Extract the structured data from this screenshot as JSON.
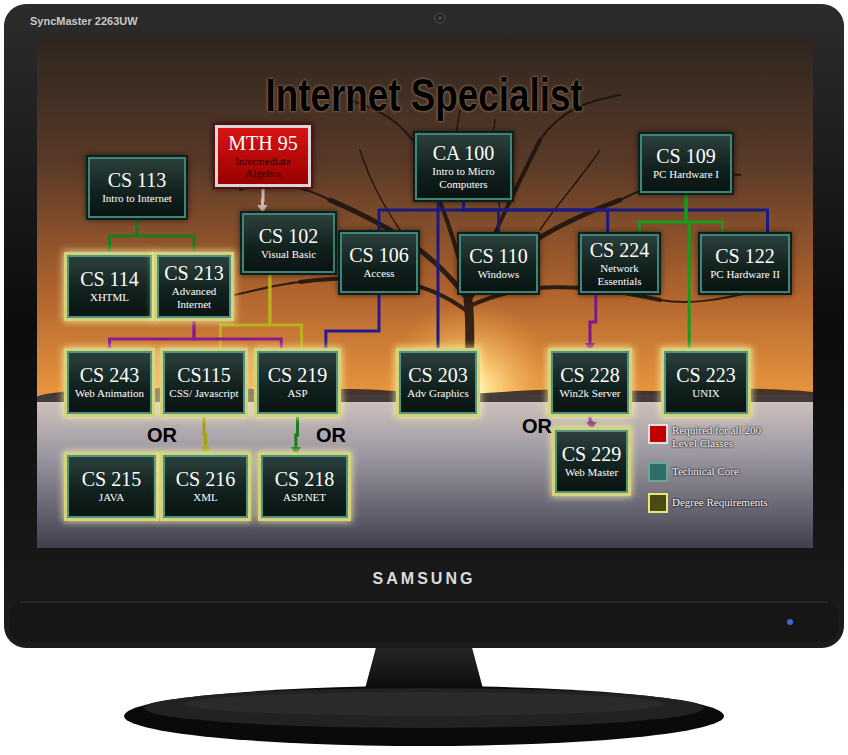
{
  "diagram": {
    "title": "Internet Specialist",
    "nodes": [
      {
        "text": [
          "CS 113",
          "Intro to Internet"
        ]
      },
      {
        "text": [
          "MTH 95",
          "Intermediate Algebra"
        ]
      },
      {
        "text": [
          "CA 100",
          "Intro to Micro Computers"
        ]
      },
      {
        "text": [
          "CS 109",
          "PC Hardware I"
        ]
      },
      {
        "text": [
          "CS 102",
          "Visual Basic"
        ]
      },
      {
        "text": [
          "CS 114",
          "XHTML"
        ]
      },
      {
        "text": [
          "CS 213",
          "Advanced Internet"
        ]
      },
      {
        "text": [
          "CS 106",
          "Access"
        ]
      },
      {
        "text": [
          "CS 110",
          "Windows"
        ]
      },
      {
        "text": [
          "CS 224",
          "Network Essentials"
        ]
      },
      {
        "text": [
          "CS 122",
          "PC Hardware II"
        ]
      },
      {
        "text": [
          "CS 243",
          "Web Animation"
        ]
      },
      {
        "text": [
          "CS115",
          "CSS/ Javascript"
        ]
      },
      {
        "text": [
          "CS 219",
          "ASP"
        ]
      },
      {
        "text": [
          "CS 203",
          "Adv Graphics"
        ]
      },
      {
        "text": [
          "CS 228",
          "Win2k Server"
        ]
      },
      {
        "text": [
          "CS 223",
          "UNIX"
        ]
      },
      {
        "text": [
          "CS 229",
          "Web Master"
        ]
      },
      {
        "text": [
          "CS 215",
          "JAVA"
        ]
      },
      {
        "text": [
          "CS 216",
          "XML"
        ]
      },
      {
        "text": [
          "CS 218",
          "ASP.NET"
        ]
      }
    ],
    "edges": [
      {
        "from": 0,
        "to": 5,
        "arrow": "none"
      },
      {
        "from": 0,
        "to": 6,
        "arrow": "none"
      },
      {
        "from": 1,
        "to": 4,
        "arrow": "to"
      },
      {
        "from": 2,
        "to": 7,
        "arrow": "none"
      },
      {
        "from": 2,
        "to": 8,
        "arrow": "none"
      },
      {
        "from": 2,
        "to": 9,
        "arrow": "none"
      },
      {
        "from": 2,
        "to": 10,
        "arrow": "none"
      },
      {
        "from": 2,
        "to": 14,
        "arrow": "none"
      },
      {
        "from": 3,
        "to": 9,
        "arrow": "none"
      },
      {
        "from": 3,
        "to": 10,
        "arrow": "none"
      },
      {
        "from": 3,
        "to": 16,
        "arrow": "none"
      },
      {
        "from": 4,
        "to": 12,
        "arrow": "none"
      },
      {
        "from": 4,
        "to": 13,
        "arrow": "none"
      },
      {
        "from": 6,
        "to": 11,
        "arrow": "none"
      },
      {
        "from": 6,
        "to": 13,
        "arrow": "none"
      },
      {
        "from": 7,
        "to": 13,
        "arrow": "none"
      },
      {
        "from": 9,
        "to": 15,
        "arrow": "to"
      },
      {
        "from": 12,
        "to": 19,
        "arrow": "to"
      },
      {
        "from": 13,
        "to": 20,
        "arrow": "to"
      },
      {
        "from": 15,
        "to": 17,
        "arrow": "to"
      }
    ],
    "labels": [
      "OR",
      "OR",
      "OR",
      "SyncMaster 2263UW",
      "SAMSUNG"
    ],
    "legend": [
      {
        "text": "Required for all 200 Level Classes",
        "color": "#c00000"
      },
      {
        "text": "Technical Core",
        "color": "#2e6e66"
      },
      {
        "text": "Degree Requirements",
        "color": "#4a4a14"
      }
    ]
  }
}
